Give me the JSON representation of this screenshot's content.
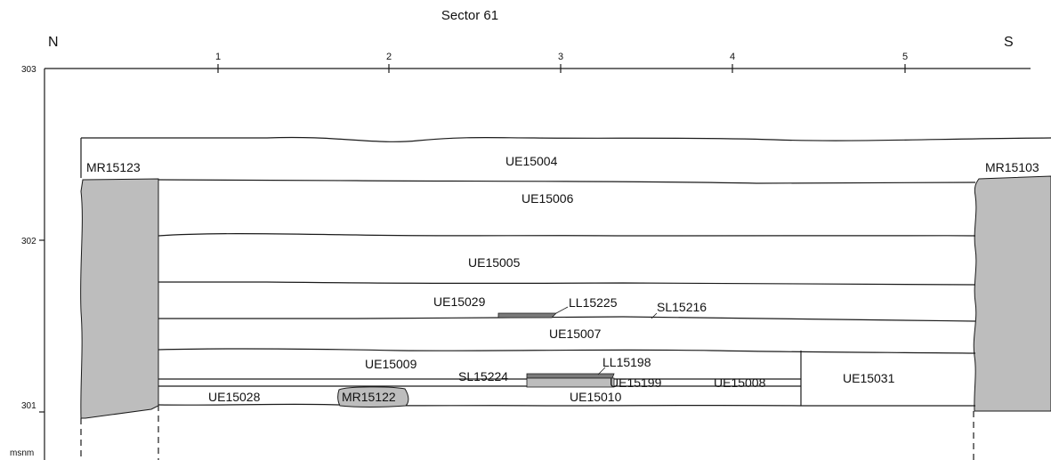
{
  "title": "Sector 61",
  "orientation": {
    "left": "N",
    "right": "S"
  },
  "horizontal_scale": [
    "1",
    "2",
    "3",
    "4",
    "5"
  ],
  "elevation_scale": {
    "ticks": [
      "303",
      "302",
      "301"
    ],
    "unit": "msnm"
  },
  "walls": [
    "MR15123",
    "MR15103",
    "MR15122"
  ],
  "strata": [
    "UE15004",
    "UE15006",
    "UE15005",
    "UE15029",
    "UE15007",
    "UE15009",
    "UE15028",
    "UE15010",
    "UE15008",
    "UE15031",
    "UE15199"
  ],
  "features": [
    "LL15225",
    "SL15216",
    "LL15198",
    "SL15224"
  ],
  "colors": {
    "wall_fill": "#bdbdbd",
    "feature_fill": "#7a7a7a",
    "line": "#1a1a1a"
  }
}
